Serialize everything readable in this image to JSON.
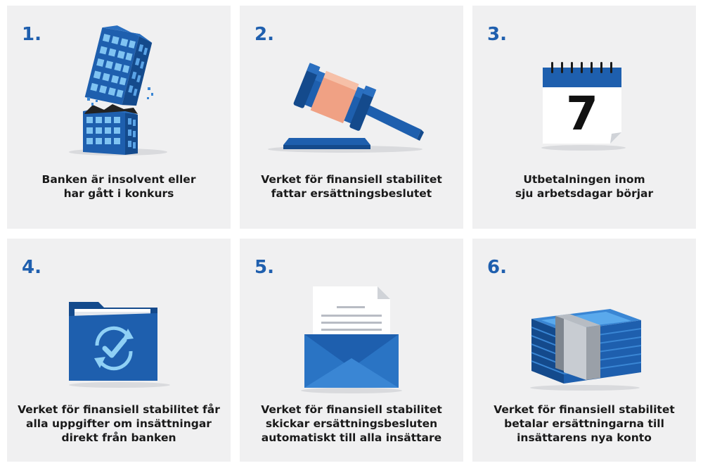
{
  "steps": [
    {
      "number": "1.",
      "lines": [
        "Banken är insolvent eller",
        "har gått i konkurs"
      ],
      "icon": "collapsing-building-icon"
    },
    {
      "number": "2.",
      "lines": [
        "Verket för finansiell stabilitet",
        "fattar ersättningsbeslutet"
      ],
      "icon": "gavel-icon"
    },
    {
      "number": "3.",
      "lines": [
        "Utbetalningen inom",
        "sju arbetsdagar börjar"
      ],
      "icon": "calendar-icon",
      "calendar_day": "7"
    },
    {
      "number": "4.",
      "lines": [
        "Verket för finansiell stabilitet får",
        "alla uppgifter om insättningar",
        "direkt från banken"
      ],
      "icon": "folder-sync-icon"
    },
    {
      "number": "5.",
      "lines": [
        "Verket för finansiell stabilitet",
        "skickar ersättningsbesluten",
        "automatiskt till alla insättare"
      ],
      "icon": "envelope-letter-icon"
    },
    {
      "number": "6.",
      "lines": [
        "Verket för finansiell stabilitet",
        "betalar ersättningarna till",
        "insättarens nya konto"
      ],
      "icon": "money-stack-icon"
    }
  ],
  "colors": {
    "accent": "#1f5fae",
    "panel_bg": "#f0f0f1",
    "icon_blue": "#1e5fae",
    "icon_blue_dark": "#144a8c",
    "icon_blue_light": "#3a86d4",
    "text": "#1a1a1a"
  }
}
